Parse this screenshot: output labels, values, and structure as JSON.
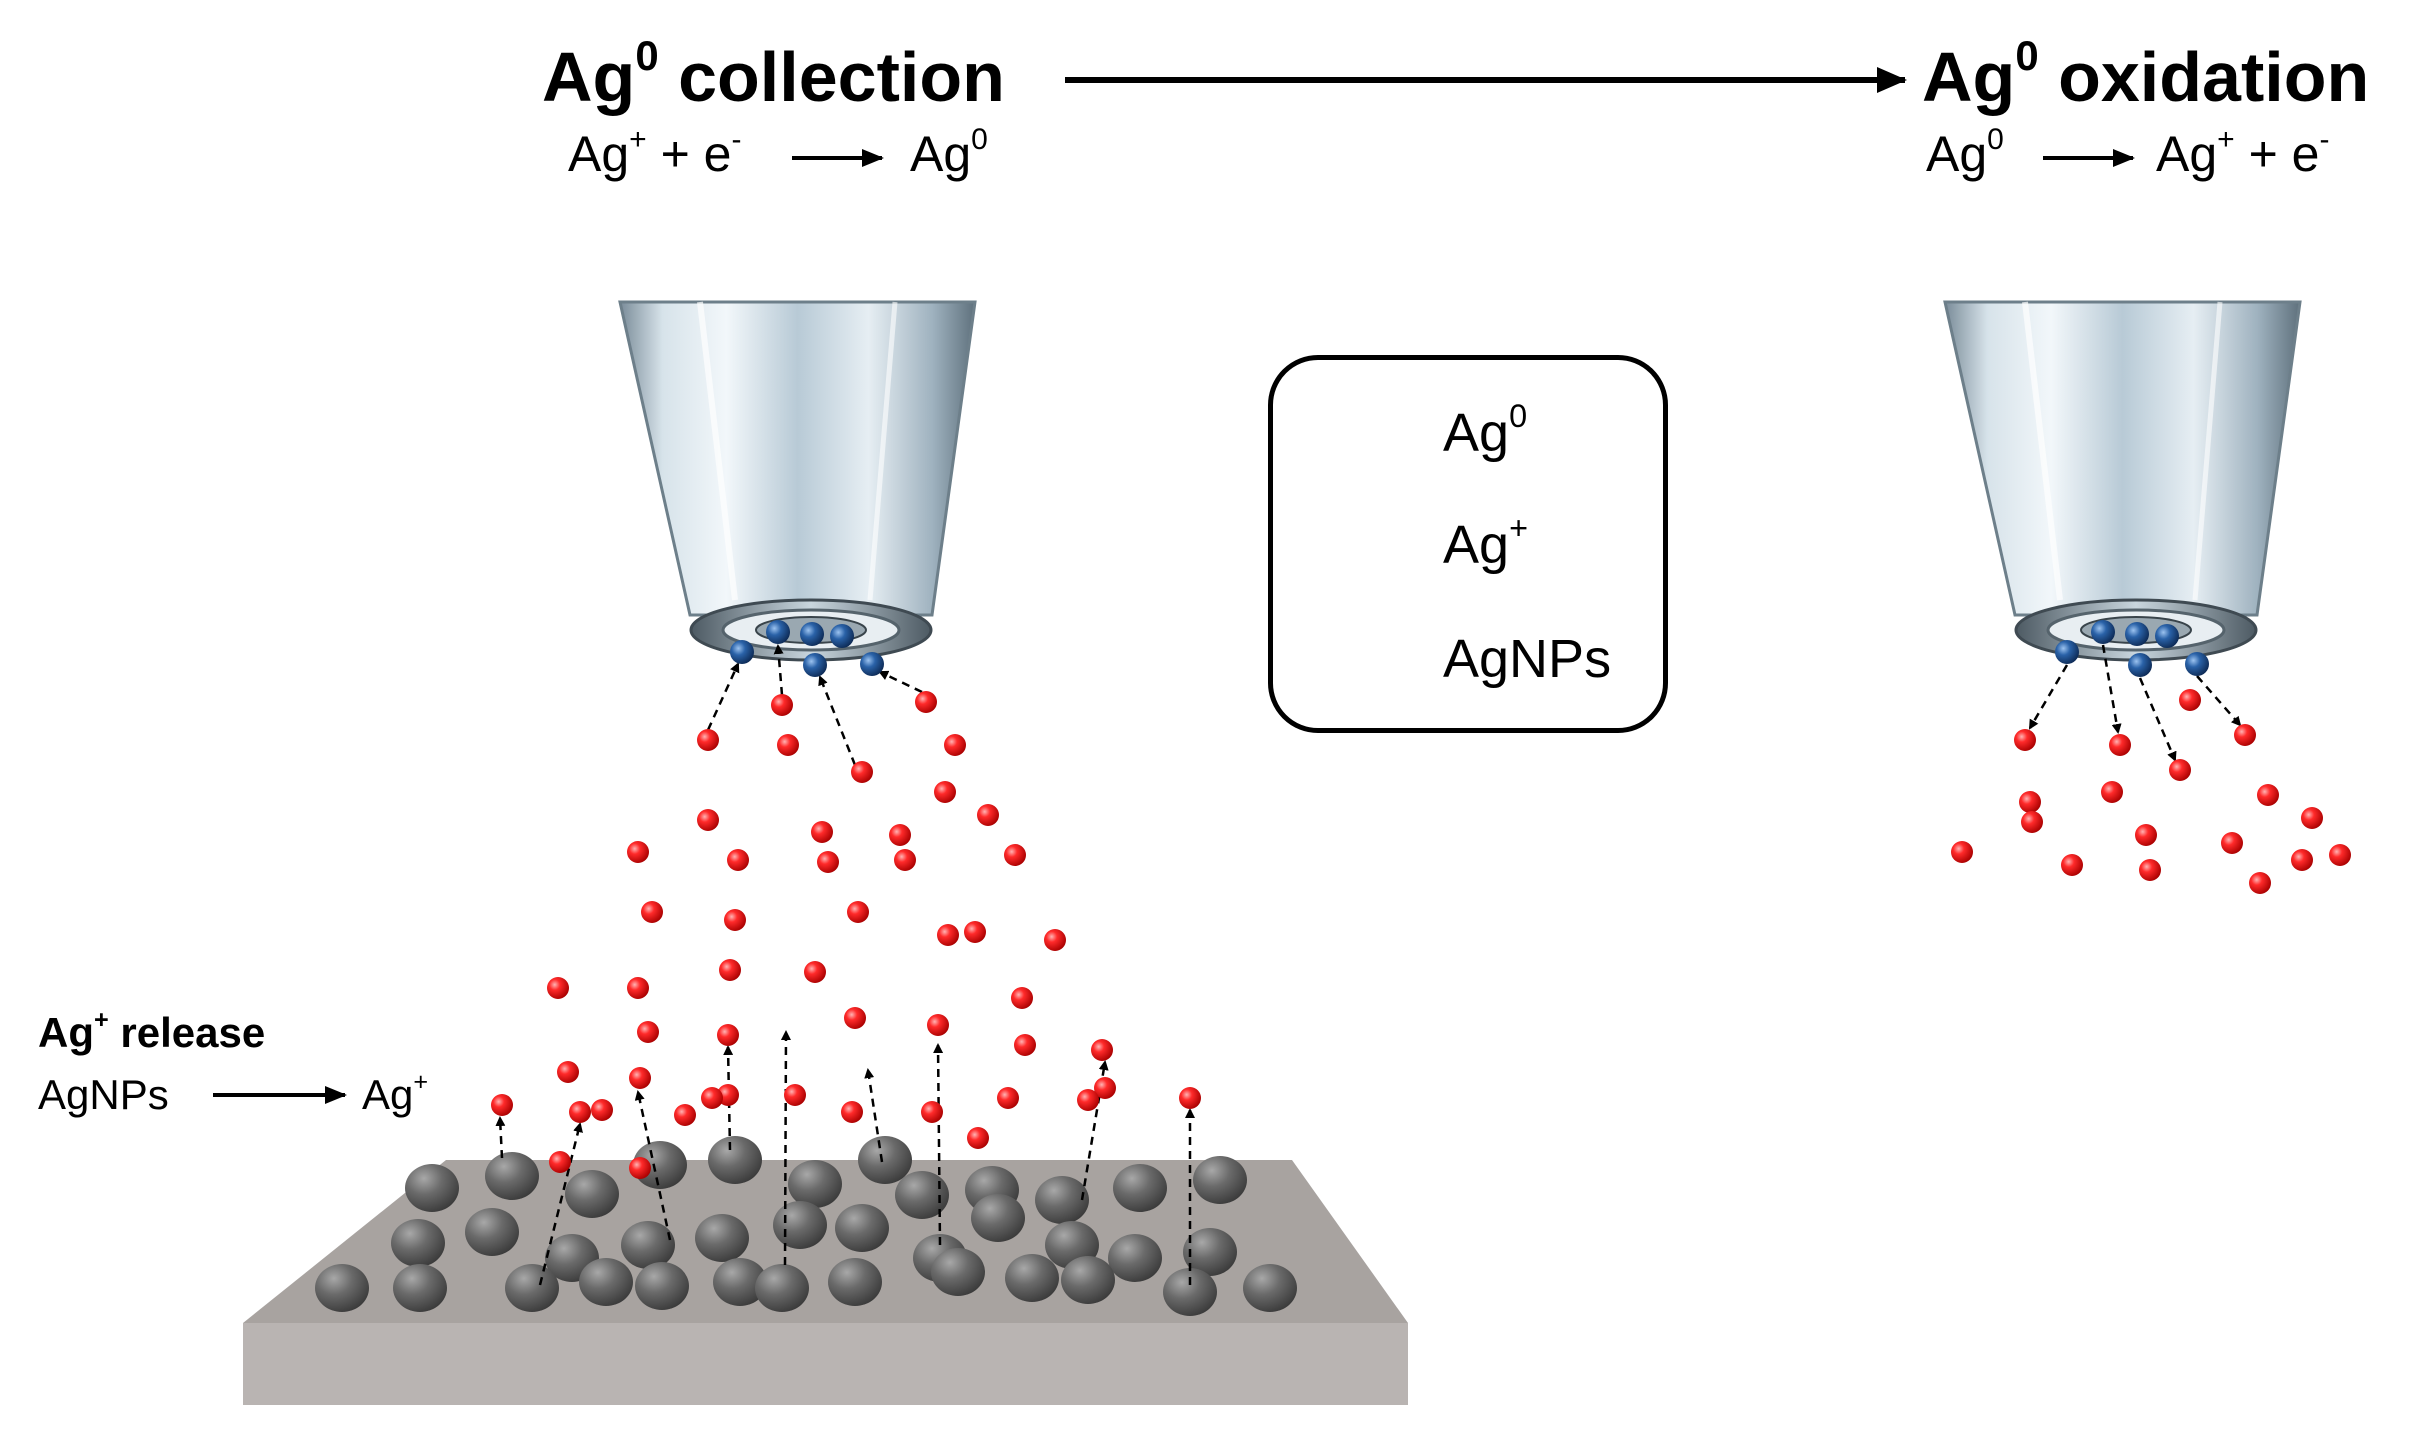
{
  "titles": {
    "collection": {
      "main": "Ag",
      "sup": "0",
      "rest": " collection"
    },
    "oxidation": {
      "main": "Ag",
      "sup": "0",
      "rest": " oxidation"
    }
  },
  "equations": {
    "collection": {
      "a": "Ag",
      "a_sup": "+",
      "b": " + e",
      "b_sup": "-",
      "c": "Ag",
      "c_sup": "0"
    },
    "oxidation": {
      "a": "Ag",
      "a_sup": "0",
      "b": "Ag",
      "b_sup": "+",
      "c": " + e",
      "c_sup": "-"
    }
  },
  "release": {
    "title": "Ag",
    "title_sup": "+",
    "title_rest": " release",
    "from": "AgNPs",
    "to": "Ag",
    "to_sup": "+"
  },
  "legend": {
    "items": [
      {
        "label": "Ag",
        "sup": "0",
        "color": "#1f4e8c"
      },
      {
        "label": "Ag",
        "sup": "+",
        "color": "#e8101a"
      },
      {
        "label": "AgNPs",
        "sup": "",
        "color": "#6b6b6b"
      }
    ]
  },
  "colors": {
    "ag0": "#1f4e8c",
    "agplus": "#e8101a",
    "agnp": "#6b6b6b",
    "substrate": "#b3aeab"
  }
}
